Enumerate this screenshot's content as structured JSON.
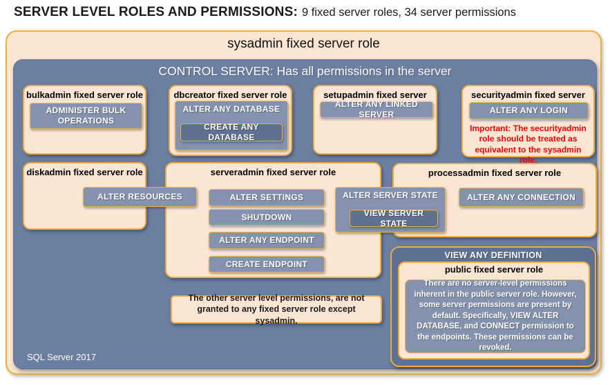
{
  "page_title": {
    "bold": "SERVER LEVEL ROLES AND PERMISSIONS:",
    "rest": "9 fixed server roles, 34 server permissions"
  },
  "sysadmin_label": "sysadmin fixed server role",
  "control_server_label": "CONTROL SERVER: Has all permissions in the server",
  "bulkadmin": {
    "title": "bulkadmin fixed server role",
    "perm": "ADMINISTER BULK OPERATIONS"
  },
  "dbcreator": {
    "title": "dbcreator fixed server role",
    "perm_outer": "ALTER ANY DATABASE",
    "perm_inner": "CREATE ANY DATABASE"
  },
  "setupadmin": {
    "title": "setupadmin fixed server role",
    "perm": "ALTER ANY LINKED SERVER"
  },
  "securityadmin": {
    "title": "securityadmin fixed server role",
    "perm": "ALTER ANY LOGIN",
    "warning": "Important: The securityadmin role should be treated as equivalent to the sysadmin role."
  },
  "diskadmin": {
    "title": "diskadmin fixed server role",
    "perm": "ALTER RESOURCES"
  },
  "serveradmin": {
    "title": "serveradmin fixed server role",
    "perms": [
      "ALTER SETTINGS",
      "SHUTDOWN",
      "ALTER ANY ENDPOINT",
      "CREATE ENDPOINT"
    ]
  },
  "server_state": {
    "outer": "ALTER SERVER STATE",
    "inner": "VIEW SERVER STATE"
  },
  "processadmin": {
    "title": "processadmin fixed server role",
    "perm": "ALTER ANY CONNECTION"
  },
  "other_permissions_note": "The other server level permissions, are not granted to any fixed server role except sysadmin.",
  "view_any_definition": {
    "title": "VIEW ANY DEFINITION",
    "public_title": "public fixed server role",
    "public_text": "There are no server-level permissions inherent in the public server role. However, some server permissions are present by default. Specifically, VIEW ALTER DATABASE, and CONNECT permission to the endpoints. These permissions can be revoked."
  },
  "footer": "SQL Server 2017",
  "colors": {
    "peach": "#fbe5d3",
    "gold_border": "#f2ad3c",
    "slate_blue": "#6a7fa2",
    "button_blue": "#8392ae",
    "nested_button_blue": "#5f7092",
    "definition_blue": "#5d7195",
    "warning_red": "#fe0000",
    "white_text": "#ffffff"
  }
}
